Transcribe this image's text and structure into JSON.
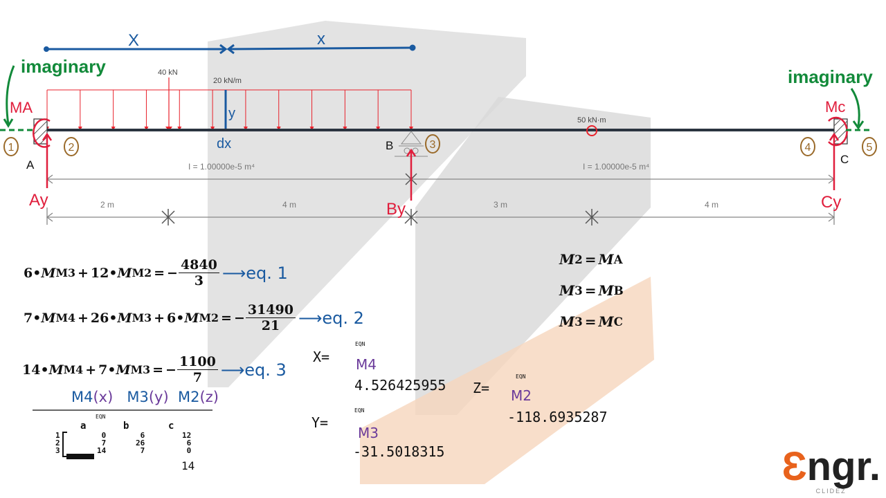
{
  "beam": {
    "load_point": "40 kN",
    "load_distributed": "20 kN/m",
    "moment": "50 kN·m",
    "inertia_left": "I = 1.00000e-5 m⁴",
    "inertia_right": "I = 1.00000e-5 m⁴",
    "spans": [
      "2 m",
      "4 m",
      "3 m",
      "4 m"
    ],
    "supports": [
      "A",
      "B",
      "C"
    ],
    "colors": {
      "load": "#e8212b",
      "beam": "#2b3440",
      "dimension": "#888888"
    }
  },
  "annotations": {
    "x_left": "X",
    "x_right": "x",
    "imaginary_left": "imaginary",
    "imaginary_right": "imaginary",
    "ma": "MA",
    "mc": "Mc",
    "ay": "Ay",
    "by": "By",
    "cy": "Cy",
    "dx": "dx",
    "y": "y",
    "nodes": [
      "1",
      "2",
      "3",
      "4",
      "5"
    ],
    "colors": {
      "blue": "#1a5aa0",
      "red": "#e01e3c",
      "green": "#128a3a",
      "brown": "#9a6a2a"
    }
  },
  "equations": [
    {
      "lhs": [
        "6",
        "M3",
        "12",
        "M2"
      ],
      "num": "4840",
      "den": "3",
      "label": "eq. 1"
    },
    {
      "lhs": [
        "7",
        "M4",
        "26",
        "M3",
        "6",
        "M2"
      ],
      "num": "31490",
      "den": "21",
      "label": "eq. 2"
    },
    {
      "lhs": [
        "14",
        "M4",
        "7",
        "M3"
      ],
      "num": "1100",
      "den": "7",
      "label": "eq. 3"
    }
  ],
  "relations": [
    {
      "lhs": "M",
      "lsub": "2",
      "rhs": "M",
      "rsub": "A"
    },
    {
      "lhs": "M",
      "lsub": "3",
      "rhs": "M",
      "rsub": "B"
    },
    {
      "lhs": "M",
      "lsub": "3",
      "rhs": "M",
      "rsub": "C"
    }
  ],
  "matrix": {
    "headers_hand": [
      "M4",
      "(x)",
      "M3",
      "(y)",
      "M2",
      "(z)"
    ],
    "screen_label": "EQN",
    "columns": [
      "a",
      "b",
      "c"
    ],
    "rows": [
      "1",
      "2",
      "3"
    ],
    "col_a": [
      "0",
      "7",
      "14"
    ],
    "col_b": [
      "6",
      "26",
      "7"
    ],
    "col_c": [
      "12",
      "6",
      "0"
    ],
    "extra": "14"
  },
  "results": {
    "x": {
      "label": "X=",
      "var": "M4",
      "value": "4.526425955",
      "screen": "EQN"
    },
    "y": {
      "label": "Y=",
      "var": "M3",
      "value": "-31.5018315",
      "screen": "EQN"
    },
    "z": {
      "label": "Z=",
      "var": "M2",
      "value": "-118.6935287",
      "screen": "EQN"
    }
  },
  "logo": {
    "main": "ngr.",
    "sub": "CLIDEZ"
  }
}
